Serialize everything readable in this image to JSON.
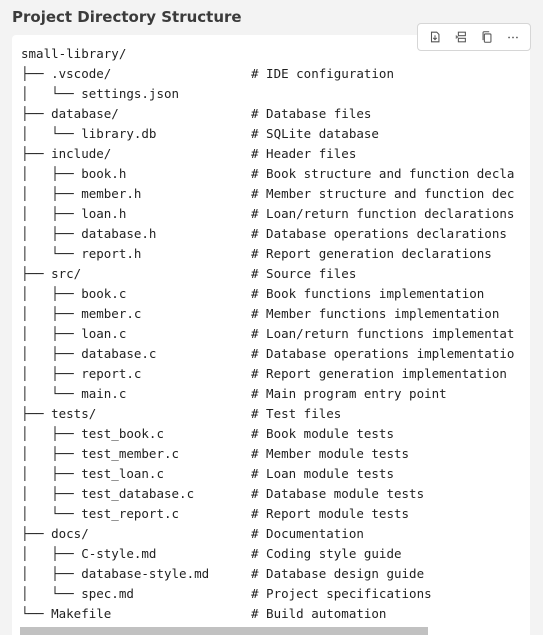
{
  "page_title": "Project Directory Structure",
  "toolbar": {
    "buttons": [
      {
        "name": "insert-at-cursor-icon"
      },
      {
        "name": "insert-into-new-file-icon"
      },
      {
        "name": "copy-icon"
      },
      {
        "name": "more-actions-icon"
      }
    ]
  },
  "code_block": {
    "language": "text",
    "lines": [
      {
        "tree": "small-library/",
        "comment": ""
      },
      {
        "tree": "├── .vscode/",
        "comment": "# IDE configuration"
      },
      {
        "tree": "│   └── settings.json",
        "comment": ""
      },
      {
        "tree": "├── database/",
        "comment": "# Database files"
      },
      {
        "tree": "│   └── library.db",
        "comment": "# SQLite database"
      },
      {
        "tree": "├── include/",
        "comment": "# Header files"
      },
      {
        "tree": "│   ├── book.h",
        "comment": "# Book structure and function decla"
      },
      {
        "tree": "│   ├── member.h",
        "comment": "# Member structure and function dec"
      },
      {
        "tree": "│   ├── loan.h",
        "comment": "# Loan/return function declarations"
      },
      {
        "tree": "│   ├── database.h",
        "comment": "# Database operations declarations"
      },
      {
        "tree": "│   └── report.h",
        "comment": "# Report generation declarations"
      },
      {
        "tree": "├── src/",
        "comment": "# Source files"
      },
      {
        "tree": "│   ├── book.c",
        "comment": "# Book functions implementation"
      },
      {
        "tree": "│   ├── member.c",
        "comment": "# Member functions implementation"
      },
      {
        "tree": "│   ├── loan.c",
        "comment": "# Loan/return functions implementat"
      },
      {
        "tree": "│   ├── database.c",
        "comment": "# Database operations implementatio"
      },
      {
        "tree": "│   ├── report.c",
        "comment": "# Report generation implementation"
      },
      {
        "tree": "│   └── main.c",
        "comment": "# Main program entry point"
      },
      {
        "tree": "├── tests/",
        "comment": "# Test files"
      },
      {
        "tree": "│   ├── test_book.c",
        "comment": "# Book module tests"
      },
      {
        "tree": "│   ├── test_member.c",
        "comment": "# Member module tests"
      },
      {
        "tree": "│   ├── test_loan.c",
        "comment": "# Loan module tests"
      },
      {
        "tree": "│   ├── test_database.c",
        "comment": "# Database module tests"
      },
      {
        "tree": "│   └── test_report.c",
        "comment": "# Report module tests"
      },
      {
        "tree": "├── docs/",
        "comment": "# Documentation"
      },
      {
        "tree": "│   ├── C-style.md",
        "comment": "# Coding style guide"
      },
      {
        "tree": "│   ├── database-style.md",
        "comment": "# Database design guide"
      },
      {
        "tree": "│   └── spec.md",
        "comment": "# Project specifications"
      },
      {
        "tree": "└── Makefile",
        "comment": "# Build automation"
      }
    ]
  },
  "colors": {
    "background": "#f3f3f3",
    "code_background": "#ffffff",
    "text": "#1f1f1f",
    "heading": "#3b3b3b",
    "scrollbar_thumb": "#c1c1c1"
  }
}
